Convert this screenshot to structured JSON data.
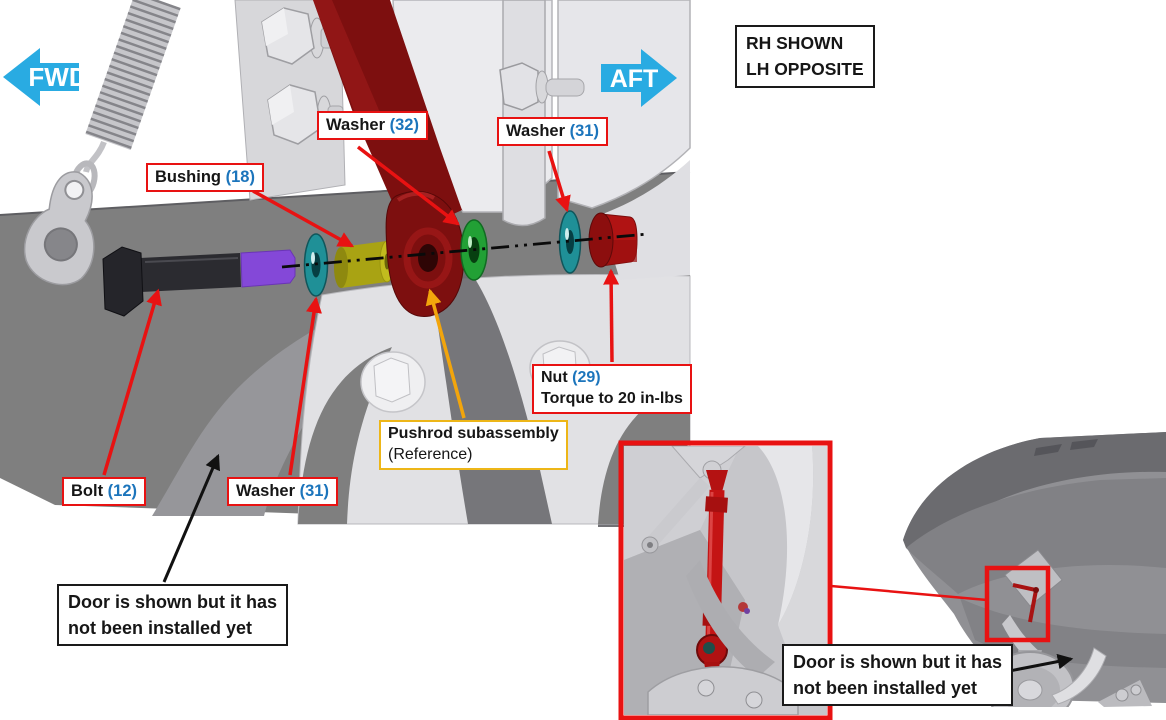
{
  "orientation": {
    "fwd": "FWD",
    "aft": "AFT"
  },
  "note_box": {
    "line1": "RH SHOWN",
    "line2": "LH OPPOSITE"
  },
  "callouts": {
    "washer_32": {
      "label": "Washer",
      "number": "(32)"
    },
    "washer_31_top": {
      "label": "Washer",
      "number": "(31)"
    },
    "bushing_18": {
      "label": "Bushing",
      "number": "(18)"
    },
    "nut_29": {
      "label": "Nut",
      "number": "(29)",
      "note": "Torque to 20 in-lbs"
    },
    "pushrod_ref": {
      "label": "Pushrod subassembly",
      "note": "(Reference)"
    },
    "bolt_12": {
      "label": "Bolt",
      "number": "(12)"
    },
    "washer_31_bottom": {
      "label": "Washer",
      "number": "(31)"
    }
  },
  "door_notes": {
    "left": {
      "line1": "Door is shown but it has",
      "line2": "not been installed yet"
    },
    "right": {
      "line1": "Door is shown but it has",
      "line2": "not been installed yet"
    }
  },
  "colors": {
    "direction_arrow_cyan": "#29ABE2",
    "callout_border_red": "#E81212",
    "number_blue": "#1C75BC",
    "reference_border_yellow": "#EDB618",
    "pushrod_arrow_orange": "#F2A50C",
    "door_gray": "#7F7F7F",
    "lever_dark_red": "#7D0F0F",
    "bolt_black": "#2B2B30",
    "bolt_tip_purple": "#8448D8",
    "washer_teal": "#1F9097",
    "washer_green": "#22A035",
    "bushing_yellow": "#A9A313",
    "nut_red": "#B01313"
  }
}
